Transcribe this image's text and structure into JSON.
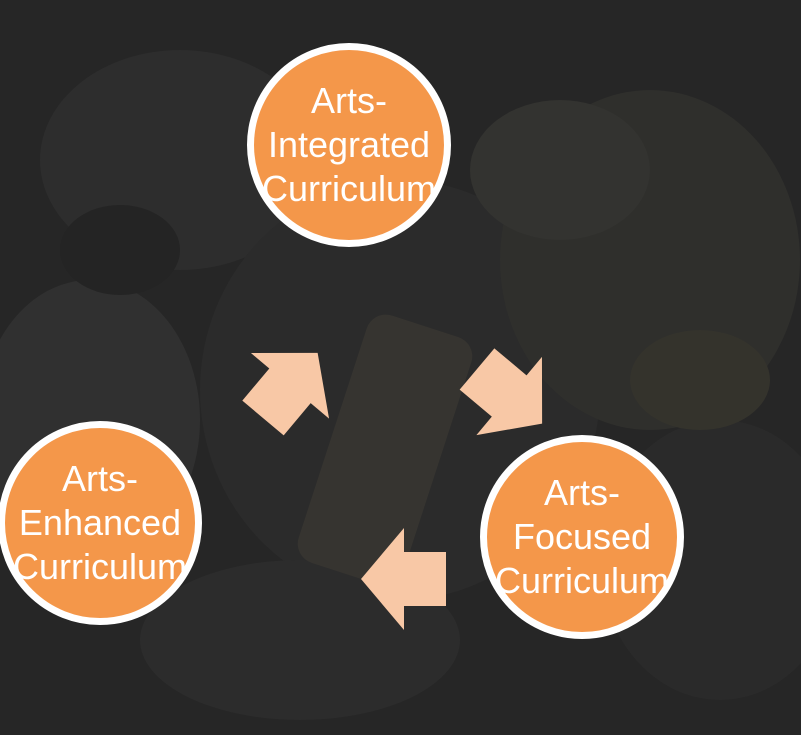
{
  "diagram": {
    "colors": {
      "node_fill": "#f4974a",
      "node_border": "#ffffff",
      "arrow_fill": "#f8c8a6",
      "background": "#262626"
    },
    "nodes": [
      {
        "label": "Arts-\nIntegrated\nCurriculum"
      },
      {
        "label": "Arts-\nFocused\nCurriculum"
      },
      {
        "label": "Arts-\nEnhanced\nCurriculum"
      }
    ],
    "cycle_direction": "clockwise"
  }
}
